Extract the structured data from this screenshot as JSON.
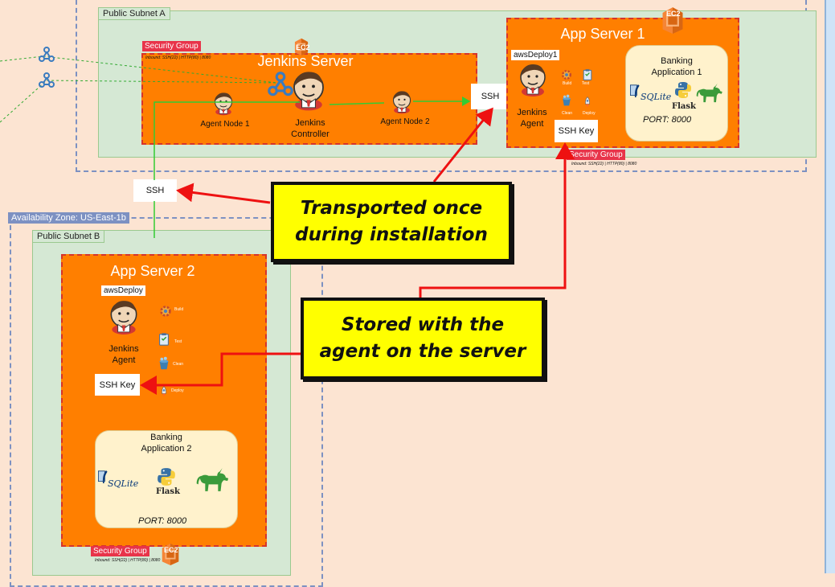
{
  "availability_zone_b": {
    "label": "Availability Zone: US-East-1b"
  },
  "subnets": {
    "a": {
      "label": "Public Subnet A"
    },
    "b": {
      "label": "Public Subnet B"
    }
  },
  "jenkins_server": {
    "title": "Jenkins Server",
    "ec2_label": "EC2",
    "security_group": {
      "label": "Security Group",
      "rules": "Inbound: SSH(22) | HTTP(80) | 8080"
    },
    "agent_node_1": "Agent Node 1",
    "agent_node_2": "Agent Node 2",
    "controller_line1": "Jenkins",
    "controller_line2": "Controller"
  },
  "app_server_1": {
    "title": "App Server 1",
    "ec2_label": "EC2",
    "agent_name": "awsDeploy1",
    "agent_line1": "Jenkins",
    "agent_line2": "Agent",
    "ssh_key": "SSH Key",
    "tools": [
      "Build",
      "Test",
      "Clean",
      "Deploy"
    ],
    "app_title_line1": "Banking",
    "app_title_line2": "Application 1",
    "port": "PORT: 8000",
    "security_group": {
      "label": "Security Group",
      "rules": "Inbound: SSH(22) | HTTP(80) | 8080"
    }
  },
  "app_server_2": {
    "title": "App Server 2",
    "ec2_label": "EC2",
    "agent_name": "awsDeploy",
    "agent_line1": "Jenkins",
    "agent_line2": "Agent",
    "ssh_key": "SSH Key",
    "tools": [
      "Build",
      "Test",
      "Clean",
      "Deploy"
    ],
    "app_title_line1": "Banking",
    "app_title_line2": "Application 2",
    "port": "PORT: 8000",
    "security_group": {
      "label": "Security Group",
      "rules": "Inbound: SSH(22) | HTTP(80) | 8080"
    }
  },
  "ssh_boxes": {
    "top": "SSH",
    "left": "SSH"
  },
  "tech": {
    "sqlite": "SQLite",
    "flask": "Flask"
  },
  "callouts": {
    "transported_line1": "Transported once",
    "transported_line2": "during installation",
    "stored_line1": "Stored with the",
    "stored_line2": "agent on the server"
  },
  "colors": {
    "background": "#fce4d2",
    "subnet": "#d5e8d4",
    "server": "#ff7f00",
    "security_group": "#e8344a",
    "callout": "#ffff00",
    "arrow": "#ee1111",
    "ssh_line": "#33cc33"
  },
  "icons": [
    "jenkins-icon",
    "ec2-icon",
    "webhook-icon",
    "sqlite-icon",
    "flask-icon",
    "python-icon",
    "unicorn-icon",
    "build-icon",
    "test-icon",
    "clean-icon",
    "deploy-icon"
  ]
}
